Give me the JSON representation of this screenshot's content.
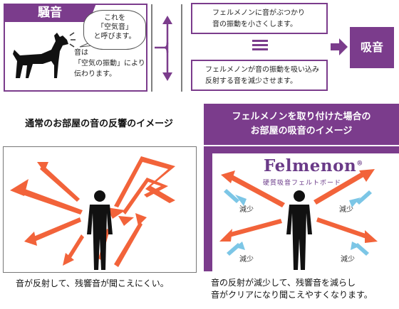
{
  "top": {
    "noise_label": "騒音",
    "bubble_text": "これを\n「空気音」\nと呼びます。",
    "dog_text": "音は\n「空気の振動」により\n伝わります。",
    "felt_text_1": "フェルメノンに音がぶつかり\n音の振動を小さくします。",
    "felt_text_2": "フェルメノンが音の振動を吸い込み\n反射する音を減少させます。",
    "absorb_label": "吸音"
  },
  "left_panel": {
    "header": "通常のお部屋の音の反響のイメージ",
    "caption": "音が反射して、残響音が聞こえにくい。"
  },
  "right_panel": {
    "header": "フェルメノンを取り付けた場合の\nお部屋の吸音のイメージ",
    "logo": "Felmenon",
    "logo_mark": "®",
    "logo_sub": "硬質吸音フェルトボード",
    "reduce_labels": [
      "減少",
      "減少",
      "減少",
      "減少"
    ],
    "caption": "音の反射が減少して、残響音を減らし\n音がクリアになり聞こえやすくなります。"
  },
  "colors": {
    "purple": "#7b3c8c",
    "orange_arrow": "#f2633a",
    "blue_arrow": "#7cc6e6"
  }
}
